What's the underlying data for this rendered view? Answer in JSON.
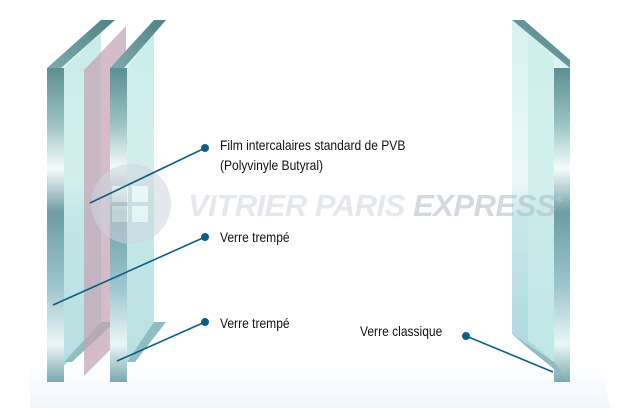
{
  "labels": {
    "film_line1": "Film intercalaires standard de PVB",
    "film_line2": "(Polyvinyle Butyral)",
    "verre_trempe_1": "Verre trempé",
    "verre_trempe_2": "Verre trempé",
    "verre_classique": "Verre classique"
  },
  "watermark": {
    "name": "VITRIER PARIS",
    "emphasis": "EXPRESS",
    "mark": "®"
  },
  "colors": {
    "glass_face": "#cfeeed",
    "glass_edge": "#6d9ea2",
    "pvb_film": "#c8a8b8",
    "callout": "#0d5f86"
  }
}
